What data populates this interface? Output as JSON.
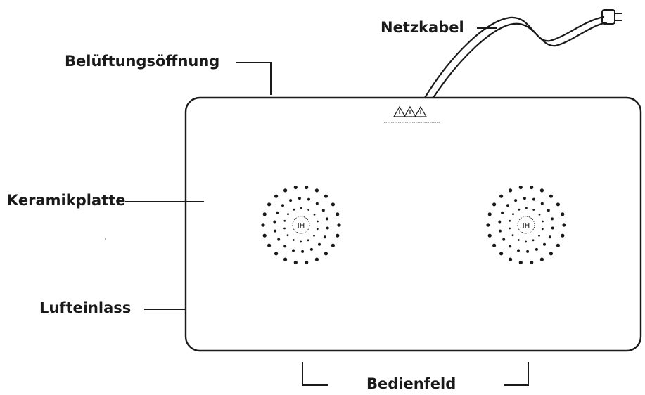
{
  "labels": {
    "power_cord": "Netzkabel",
    "vent_opening": "Belüftungsöffnung",
    "ceramic_plate": "Keramikplatte",
    "air_inlet": "Lufteinlass",
    "control_panel": "Bedienfeld"
  },
  "cooktop": {
    "zone_marks": [
      "IH",
      "IH"
    ]
  },
  "colors": {
    "line": "#1a1a1a",
    "background": "#ffffff"
  }
}
